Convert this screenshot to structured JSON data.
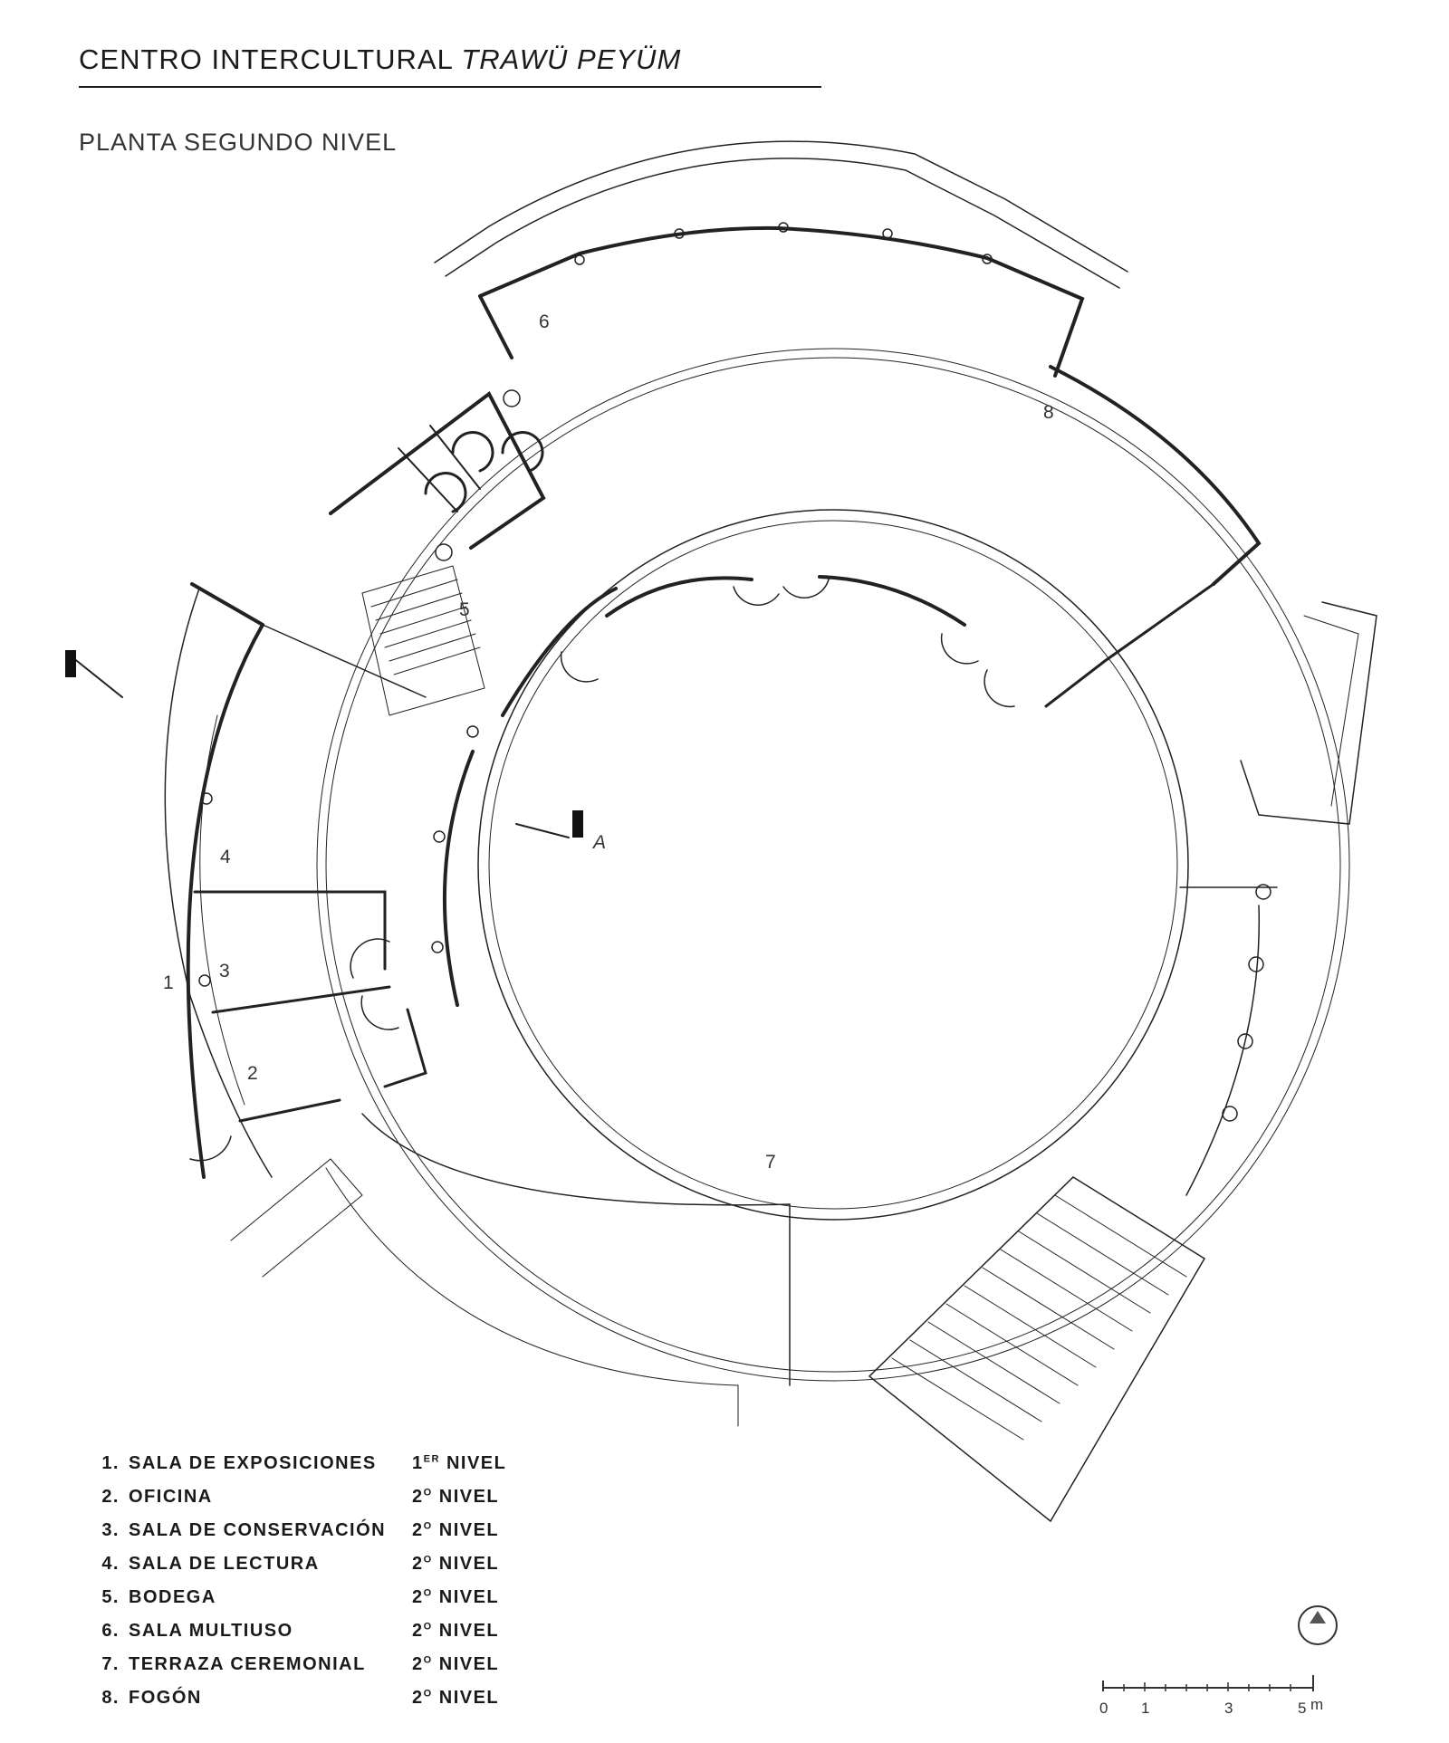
{
  "header": {
    "title_main": "CENTRO INTERCULTURAL",
    "title_italic": "TRAWÜ PEYÜM",
    "subtitle": "PLANTA SEGUNDO NIVEL"
  },
  "room_numbers": [
    "1",
    "2",
    "3",
    "4",
    "5",
    "6",
    "7",
    "8"
  ],
  "section_mark": "A",
  "legend": [
    {
      "num": "1.",
      "name": "SALA DE EXPOSICIONES",
      "level_main": "1",
      "level_sup": "ER",
      "level_word": "NIVEL"
    },
    {
      "num": "2.",
      "name": "OFICINA",
      "level_main": "2",
      "level_sup": "O",
      "level_word": "NIVEL"
    },
    {
      "num": "3.",
      "name": "SALA DE CONSERVACIÓN",
      "level_main": "2",
      "level_sup": "O",
      "level_word": "NIVEL"
    },
    {
      "num": "4.",
      "name": "SALA DE LECTURA",
      "level_main": "2",
      "level_sup": "O",
      "level_word": "NIVEL"
    },
    {
      "num": "5.",
      "name": "BODEGA",
      "level_main": "2",
      "level_sup": "O",
      "level_word": "NIVEL"
    },
    {
      "num": "6.",
      "name": "SALA MULTIUSO",
      "level_main": "2",
      "level_sup": "O",
      "level_word": "NIVEL"
    },
    {
      "num": "7.",
      "name": "TERRAZA CEREMONIAL",
      "level_main": "2",
      "level_sup": "O",
      "level_word": "NIVEL"
    },
    {
      "num": "8.",
      "name": "FOGÓN",
      "level_main": "2",
      "level_sup": "O",
      "level_word": "NIVEL"
    }
  ],
  "scale_bar": {
    "labels": [
      "0",
      "1",
      "3",
      "5"
    ],
    "unit": "m"
  },
  "icons": {
    "north": "north-arrow-icon"
  }
}
